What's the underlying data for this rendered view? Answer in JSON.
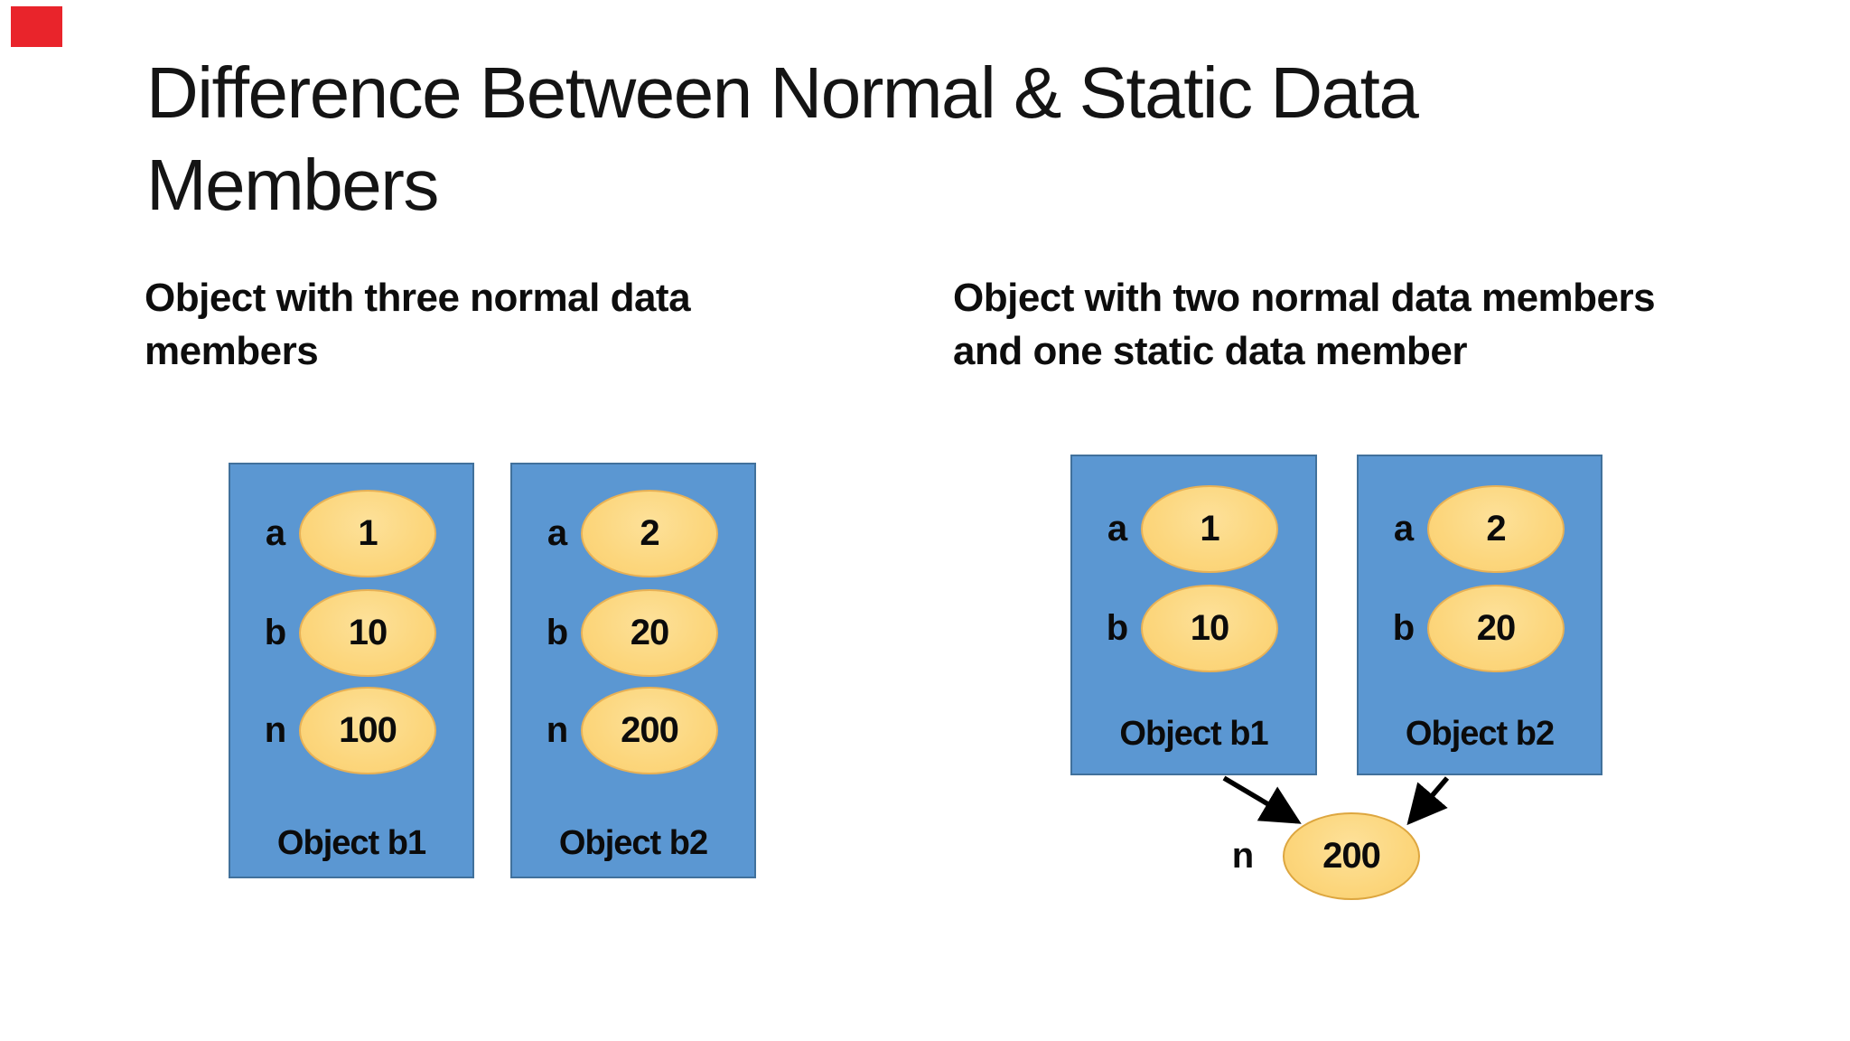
{
  "slide": {
    "title_line1": "Difference Between Normal & Static Data",
    "title_line2": "Members",
    "marker_color": "#e9242b"
  },
  "left_panel": {
    "heading_line1": "Object with three normal data",
    "heading_line2": "members",
    "objects": [
      {
        "caption": "Object b1",
        "members": [
          {
            "label": "a",
            "value": "1"
          },
          {
            "label": "b",
            "value": "10"
          },
          {
            "label": "n",
            "value": "100"
          }
        ]
      },
      {
        "caption": "Object b2",
        "members": [
          {
            "label": "a",
            "value": "2"
          },
          {
            "label": "b",
            "value": "20"
          },
          {
            "label": "n",
            "value": "200"
          }
        ]
      }
    ]
  },
  "right_panel": {
    "heading_line1": "Object with two normal data members",
    "heading_line2": "and one static data member",
    "objects": [
      {
        "caption": "Object b1",
        "members": [
          {
            "label": "a",
            "value": "1"
          },
          {
            "label": "b",
            "value": "10"
          }
        ]
      },
      {
        "caption": "Object b2",
        "members": [
          {
            "label": "a",
            "value": "2"
          },
          {
            "label": "b",
            "value": "20"
          }
        ]
      }
    ],
    "static_member": {
      "label": "n",
      "value": "200"
    }
  },
  "colors": {
    "box_fill": "#5b97d2",
    "box_border": "#41719c",
    "ellipse_fill": "#fcd67c",
    "ellipse_border": "#e8b155",
    "static_ellipse_border": "#dda63f",
    "arrow": "#000000",
    "marker": "#e9242b"
  }
}
